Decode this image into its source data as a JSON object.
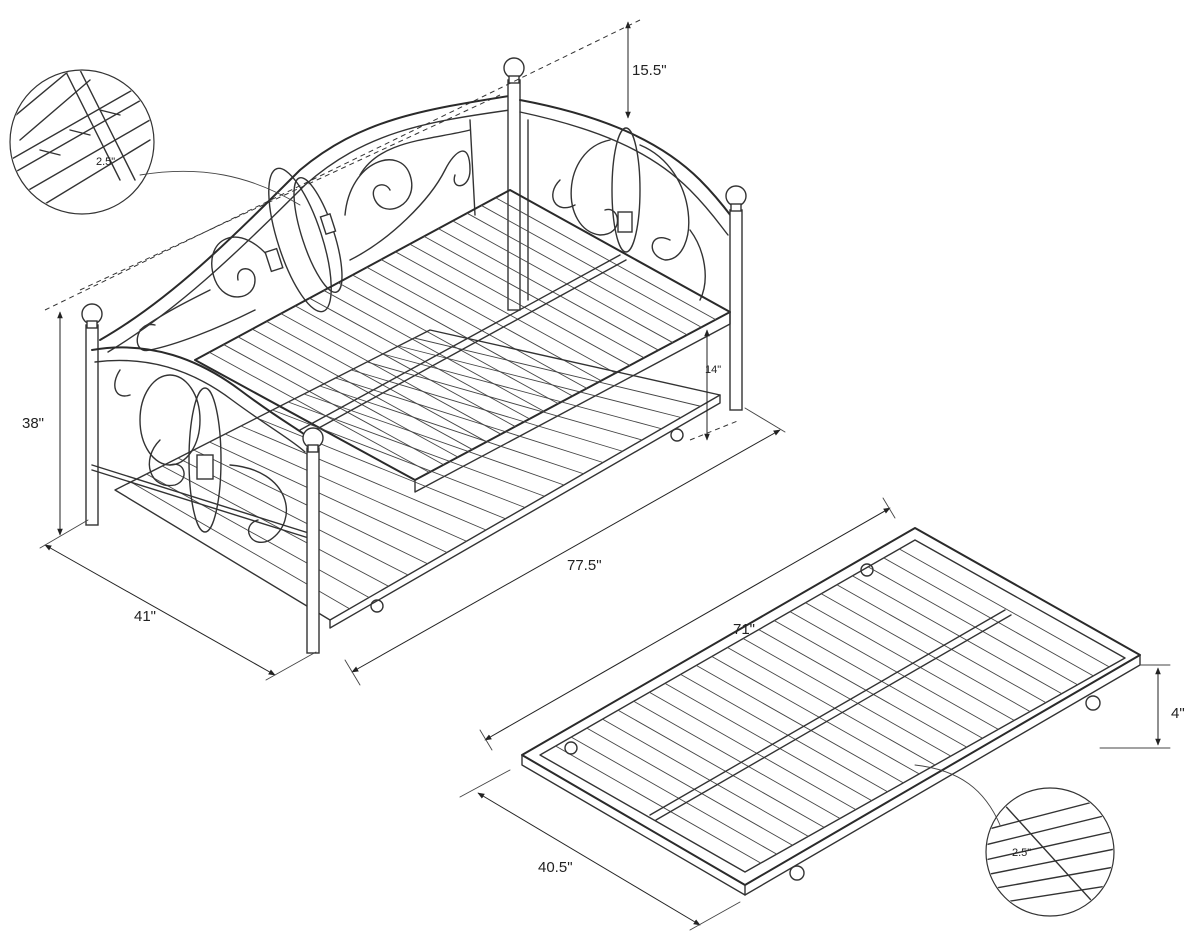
{
  "dimensions": {
    "finial_height": "15.5\"",
    "overall_height": "38\"",
    "frame_to_floor": "14\"",
    "overall_length": "77.5\"",
    "overall_width": "41\"",
    "trundle_length": "71\"",
    "trundle_width": "40.5\"",
    "trundle_height": "4\"",
    "slat_spacing_top": "2.5\"",
    "slat_spacing_bottom": "2.5\""
  },
  "colors": {
    "line": "#333333",
    "background": "#ffffff"
  }
}
